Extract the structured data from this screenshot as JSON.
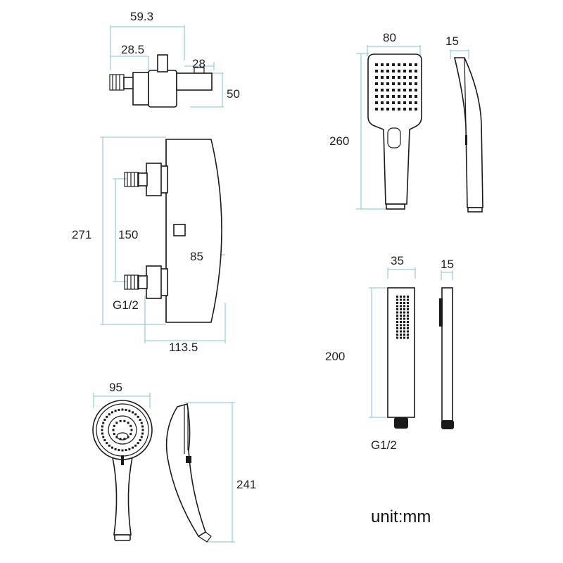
{
  "labels": {
    "bracket_width": "59.3",
    "bracket_offset": "28.5",
    "bracket_depth": "28",
    "bracket_height": "50",
    "valve_height": "271",
    "valve_centers": "150",
    "valve_depth": "85",
    "valve_width": "113.5",
    "valve_thread": "G1/2",
    "square_head_width": "80",
    "square_head_depth": "15",
    "square_head_length": "260",
    "stick_width": "35",
    "stick_depth": "15",
    "stick_length": "200",
    "stick_thread": "G1/2",
    "round_head_width": "95",
    "round_head_length": "241",
    "unit": "unit:mm"
  }
}
